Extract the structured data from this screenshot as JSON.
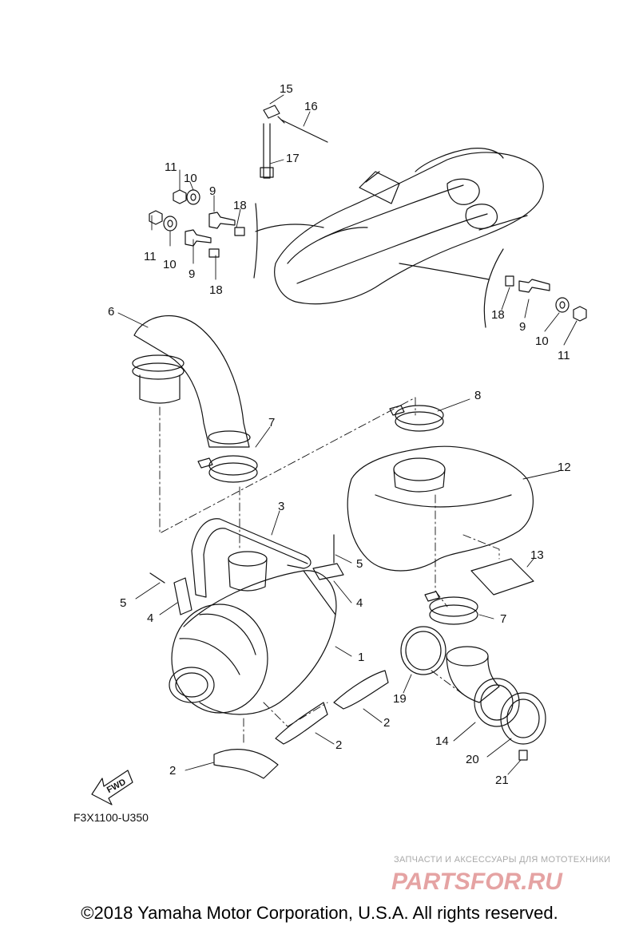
{
  "diagram": {
    "code": "F3X1100-U350",
    "fwd_label": "FWD",
    "callouts": {
      "c1": "1",
      "c2a": "2",
      "c2b": "2",
      "c2c": "2",
      "c3": "3",
      "c4a": "4",
      "c4b": "4",
      "c5a": "5",
      "c5b": "5",
      "c6": "6",
      "c7a": "7",
      "c7b": "7",
      "c8": "8",
      "c9a": "9",
      "c9b": "9",
      "c9c": "9",
      "c10a": "10",
      "c10b": "10",
      "c10c": "10",
      "c11a": "11",
      "c11b": "11",
      "c11c": "11",
      "c12": "12",
      "c13": "13",
      "c14": "14",
      "c15": "15",
      "c16": "16",
      "c17": "17",
      "c18a": "18",
      "c18b": "18",
      "c18c": "18",
      "c19": "19",
      "c20": "20",
      "c21": "21"
    }
  },
  "watermark": {
    "tagline": "ЗАПЧАСТИ И АКСЕССУАРЫ ДЛЯ МОТОТЕХНИКИ",
    "logo_text": "PARTSFOR.RU",
    "logo_color": "#e5a3a3"
  },
  "footer": {
    "copyright": "©2018 Yamaha Motor Corporation, U.S.A. All rights reserved."
  }
}
